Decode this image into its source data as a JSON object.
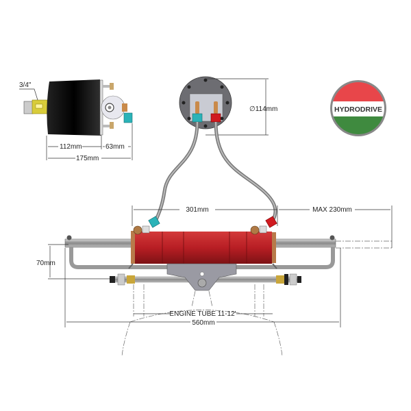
{
  "logo": {
    "text": "HYDRODRIVE",
    "colors": {
      "top": "#e8464a",
      "middle": "#ffffff",
      "bottom": "#3f8a3f",
      "ring": "#888888"
    }
  },
  "pump_side_view": {
    "shaft_label": "3/4\"",
    "dim_body": "112mm",
    "dim_front": "63mm",
    "dim_total": "175mm"
  },
  "pump_rear_view": {
    "dim_diameter": "∅114mm"
  },
  "cylinder_assembly": {
    "dim_cylinder": "301mm",
    "dim_stroke": "MAX 230mm",
    "dim_height": "70mm",
    "dim_engine_tube": "ENGINE TUBE 11-12'",
    "dim_width": "560mm"
  },
  "colors": {
    "cylinder": "#b81e24",
    "fitting_blue": "#2bb3b8",
    "fitting_red": "#d01a20",
    "shaft": "#d8cc3a",
    "pump_body": "#111111"
  }
}
